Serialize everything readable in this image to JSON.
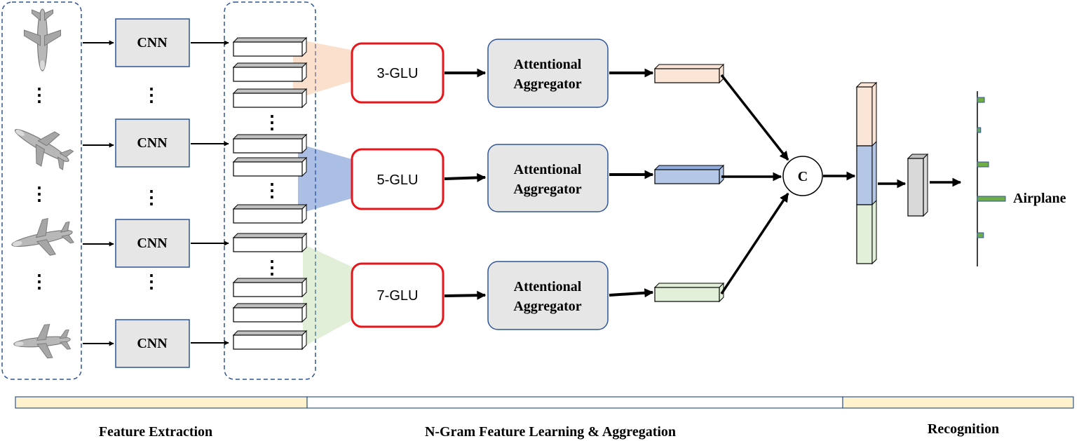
{
  "cnn": {
    "label": "CNN",
    "count": 4
  },
  "dots": "⋮",
  "glu": [
    {
      "label": "3-GLU",
      "color": "#f4b183"
    },
    {
      "label": "5-GLU",
      "color": "#4472c4"
    },
    {
      "label": "7-GLU",
      "color": "#a9d18e"
    }
  ],
  "aggregator": {
    "line1": "Attentional",
    "line2": "Aggregator"
  },
  "concat": {
    "label": "C"
  },
  "prediction": {
    "label": "Airplane",
    "bar_lengths": [
      0.25,
      0.12,
      0.4,
      1.0,
      0.22
    ],
    "predicted_index": 3
  },
  "stages": [
    {
      "label": "Feature Extraction",
      "color": "#fff2cc"
    },
    {
      "label": "N-Gram Feature Learning & Aggregation",
      "color": "#ffffff"
    },
    {
      "label": "Recognition",
      "color": "#fff2cc"
    }
  ],
  "colors": {
    "glu_border": "#e8151b",
    "box_fill": "#e7e6e6",
    "box_border": "#2f5597",
    "dash": "#2f5597",
    "feat_orange": "#fbe5d6",
    "feat_blue": "#b4c7e7",
    "feat_green": "#e2f0d9",
    "bar_green": "#70ad47"
  }
}
